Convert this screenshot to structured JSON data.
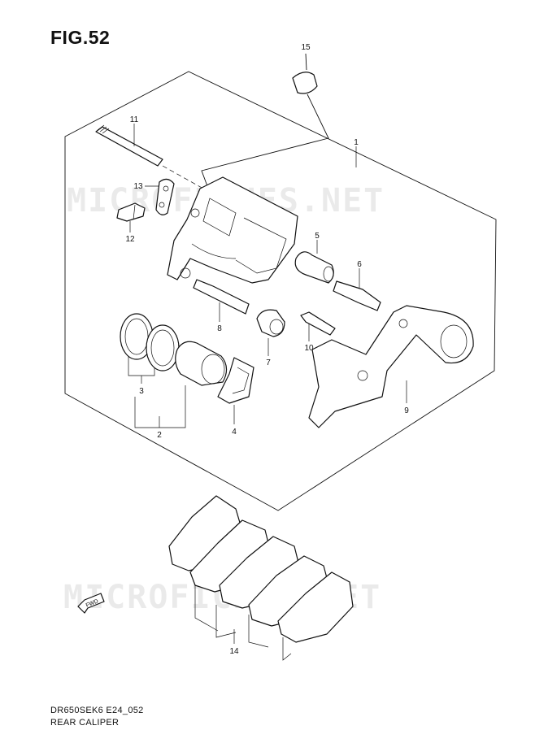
{
  "figure": {
    "title": "FIG.52",
    "code": "DR650SEK6 E24_052",
    "caption": "REAR CALIPER"
  },
  "watermark": "MICROFICHES.NET",
  "fwd_label": "FWD",
  "callouts": [
    {
      "id": "c1",
      "label": "1"
    },
    {
      "id": "c2",
      "label": "2"
    },
    {
      "id": "c3",
      "label": "3"
    },
    {
      "id": "c4",
      "label": "4"
    },
    {
      "id": "c5",
      "label": "5"
    },
    {
      "id": "c6",
      "label": "6"
    },
    {
      "id": "c7",
      "label": "7"
    },
    {
      "id": "c8",
      "label": "8"
    },
    {
      "id": "c9",
      "label": "9"
    },
    {
      "id": "c10",
      "label": "10"
    },
    {
      "id": "c11",
      "label": "11"
    },
    {
      "id": "c12",
      "label": "12"
    },
    {
      "id": "c13",
      "label": "13"
    },
    {
      "id": "c14",
      "label": "14"
    },
    {
      "id": "c15",
      "label": "15"
    }
  ]
}
